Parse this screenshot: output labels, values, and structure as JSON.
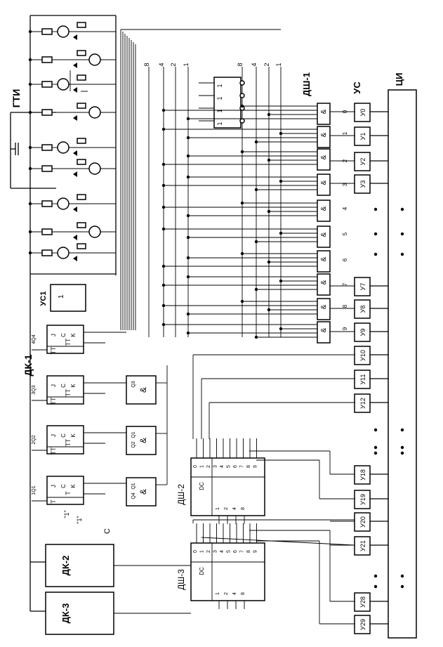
{
  "gti": {
    "title": "ГТИ"
  },
  "dk1": {
    "title": "ДК-1",
    "us1_label": "УС1",
    "us1_num": "1",
    "tt_labels": [
      "Т",
      "ТТ",
      "ТТ",
      "ТТ"
    ],
    "q_labels": [
      "1Q1",
      "2Q2",
      "3Q3",
      "4Q4"
    ],
    "one_labels": [
      "\"1\"",
      "\"1\""
    ],
    "c_label": "С"
  },
  "dk2": {
    "title": "ДК-2"
  },
  "dk3": {
    "title": "ДК-3"
  },
  "and_gate": {
    "symbol": "&",
    "inputs": [
      [
        "Q1",
        "Q4"
      ],
      [
        "Q1",
        "Q2"
      ],
      [
        "Q3"
      ]
    ]
  },
  "dsh1": {
    "title": "ДШ-1",
    "inputs": [
      "8",
      "4",
      "2",
      "1",
      "8",
      "4",
      "2",
      "1"
    ],
    "inv": [
      "1",
      "1",
      "1",
      "1"
    ]
  },
  "dsh2": {
    "title": "ДШ-2",
    "dc": "DC",
    "in_labels": [
      "1",
      "2",
      "4",
      "8"
    ],
    "outputs": [
      "0",
      "1",
      "2",
      "3",
      "4",
      "5",
      "6",
      "7",
      "8",
      "9"
    ]
  },
  "dsh3": {
    "title": "ДШ-3",
    "dc": "DC",
    "in_labels": [
      "1",
      "2",
      "4",
      "8"
    ],
    "outputs": [
      "0",
      "1",
      "2",
      "3",
      "4",
      "5",
      "6",
      "7",
      "8",
      "9"
    ]
  },
  "us": {
    "title": "УС",
    "rows": [
      {
        "u": "У0",
        "d": "0"
      },
      {
        "u": "У1",
        "d": "1"
      },
      {
        "u": "У2",
        "d": "2"
      },
      {
        "u": "У3",
        "d": "3"
      },
      {
        "u": "У7",
        "d": "7"
      },
      {
        "u": "У8",
        "d": "8"
      },
      {
        "u": "У9",
        "d": "9"
      },
      {
        "u": "У10",
        "d": "0"
      },
      {
        "u": "У11",
        "d": "1"
      },
      {
        "u": "У12",
        "d": "2"
      },
      {
        "u": "У18",
        "d": "8"
      },
      {
        "u": "У19",
        "d": "9"
      },
      {
        "u": "У20",
        "d": "0"
      },
      {
        "u": "У21",
        "d": "1"
      },
      {
        "u": "У28",
        "d": "8"
      },
      {
        "u": "У29",
        "d": "9"
      }
    ],
    "gate_numbers": [
      "0",
      "1",
      "2",
      "3",
      "4",
      "5",
      "6",
      "7",
      "8",
      "9"
    ]
  },
  "ci": {
    "title": "ЦИ"
  }
}
